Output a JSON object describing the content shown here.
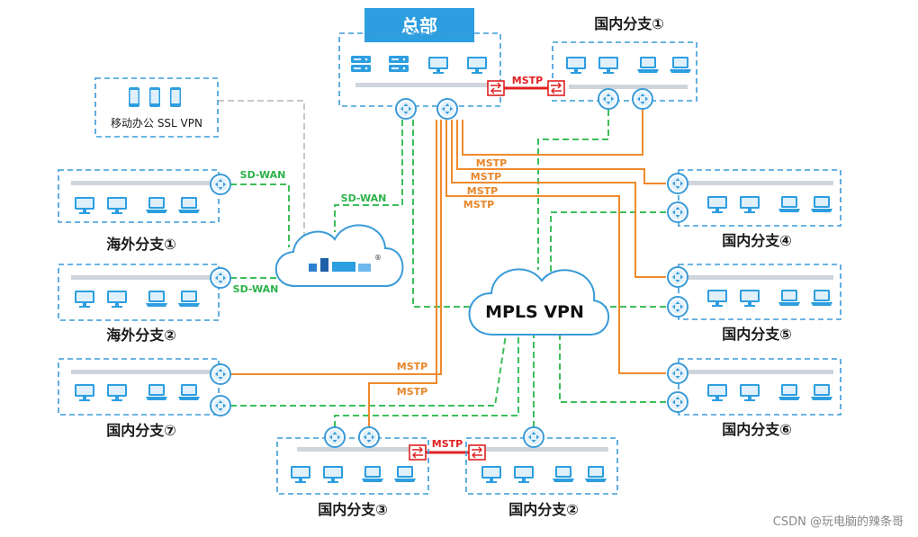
{
  "hq": {
    "title": "总部"
  },
  "mobile": {
    "label": "移动办公 SSL VPN"
  },
  "sites": {
    "domestic1": "国内分支①",
    "domestic2": "国内分支②",
    "domestic3": "国内分支③",
    "domestic4": "国内分支④",
    "domestic5": "国内分支⑤",
    "domestic6": "国内分支⑥",
    "domestic7": "国内分支⑦",
    "overseas1": "海外分支①",
    "overseas2": "海外分支②"
  },
  "links": {
    "mstp": "MSTP",
    "sdwan": "SD-WAN",
    "registered": "®"
  },
  "clouds": {
    "mpls": "MPLS VPN"
  },
  "watermark": "CSDN @玩电脑的辣条哥",
  "colors": {
    "box_border": "#3a9bd8",
    "mpls_line": "#3cbf5a",
    "mstp_line": "#ef8a2c",
    "mstp_hq_link": "#e02020",
    "ssl_line": "#c8c8c8",
    "hq_title_bg": "#2d9ee0"
  },
  "icons": [
    "router-icon",
    "server-icon",
    "monitor-icon",
    "laptop-icon",
    "phone-icon",
    "cloud-icon",
    "mstp-port-icon"
  ]
}
